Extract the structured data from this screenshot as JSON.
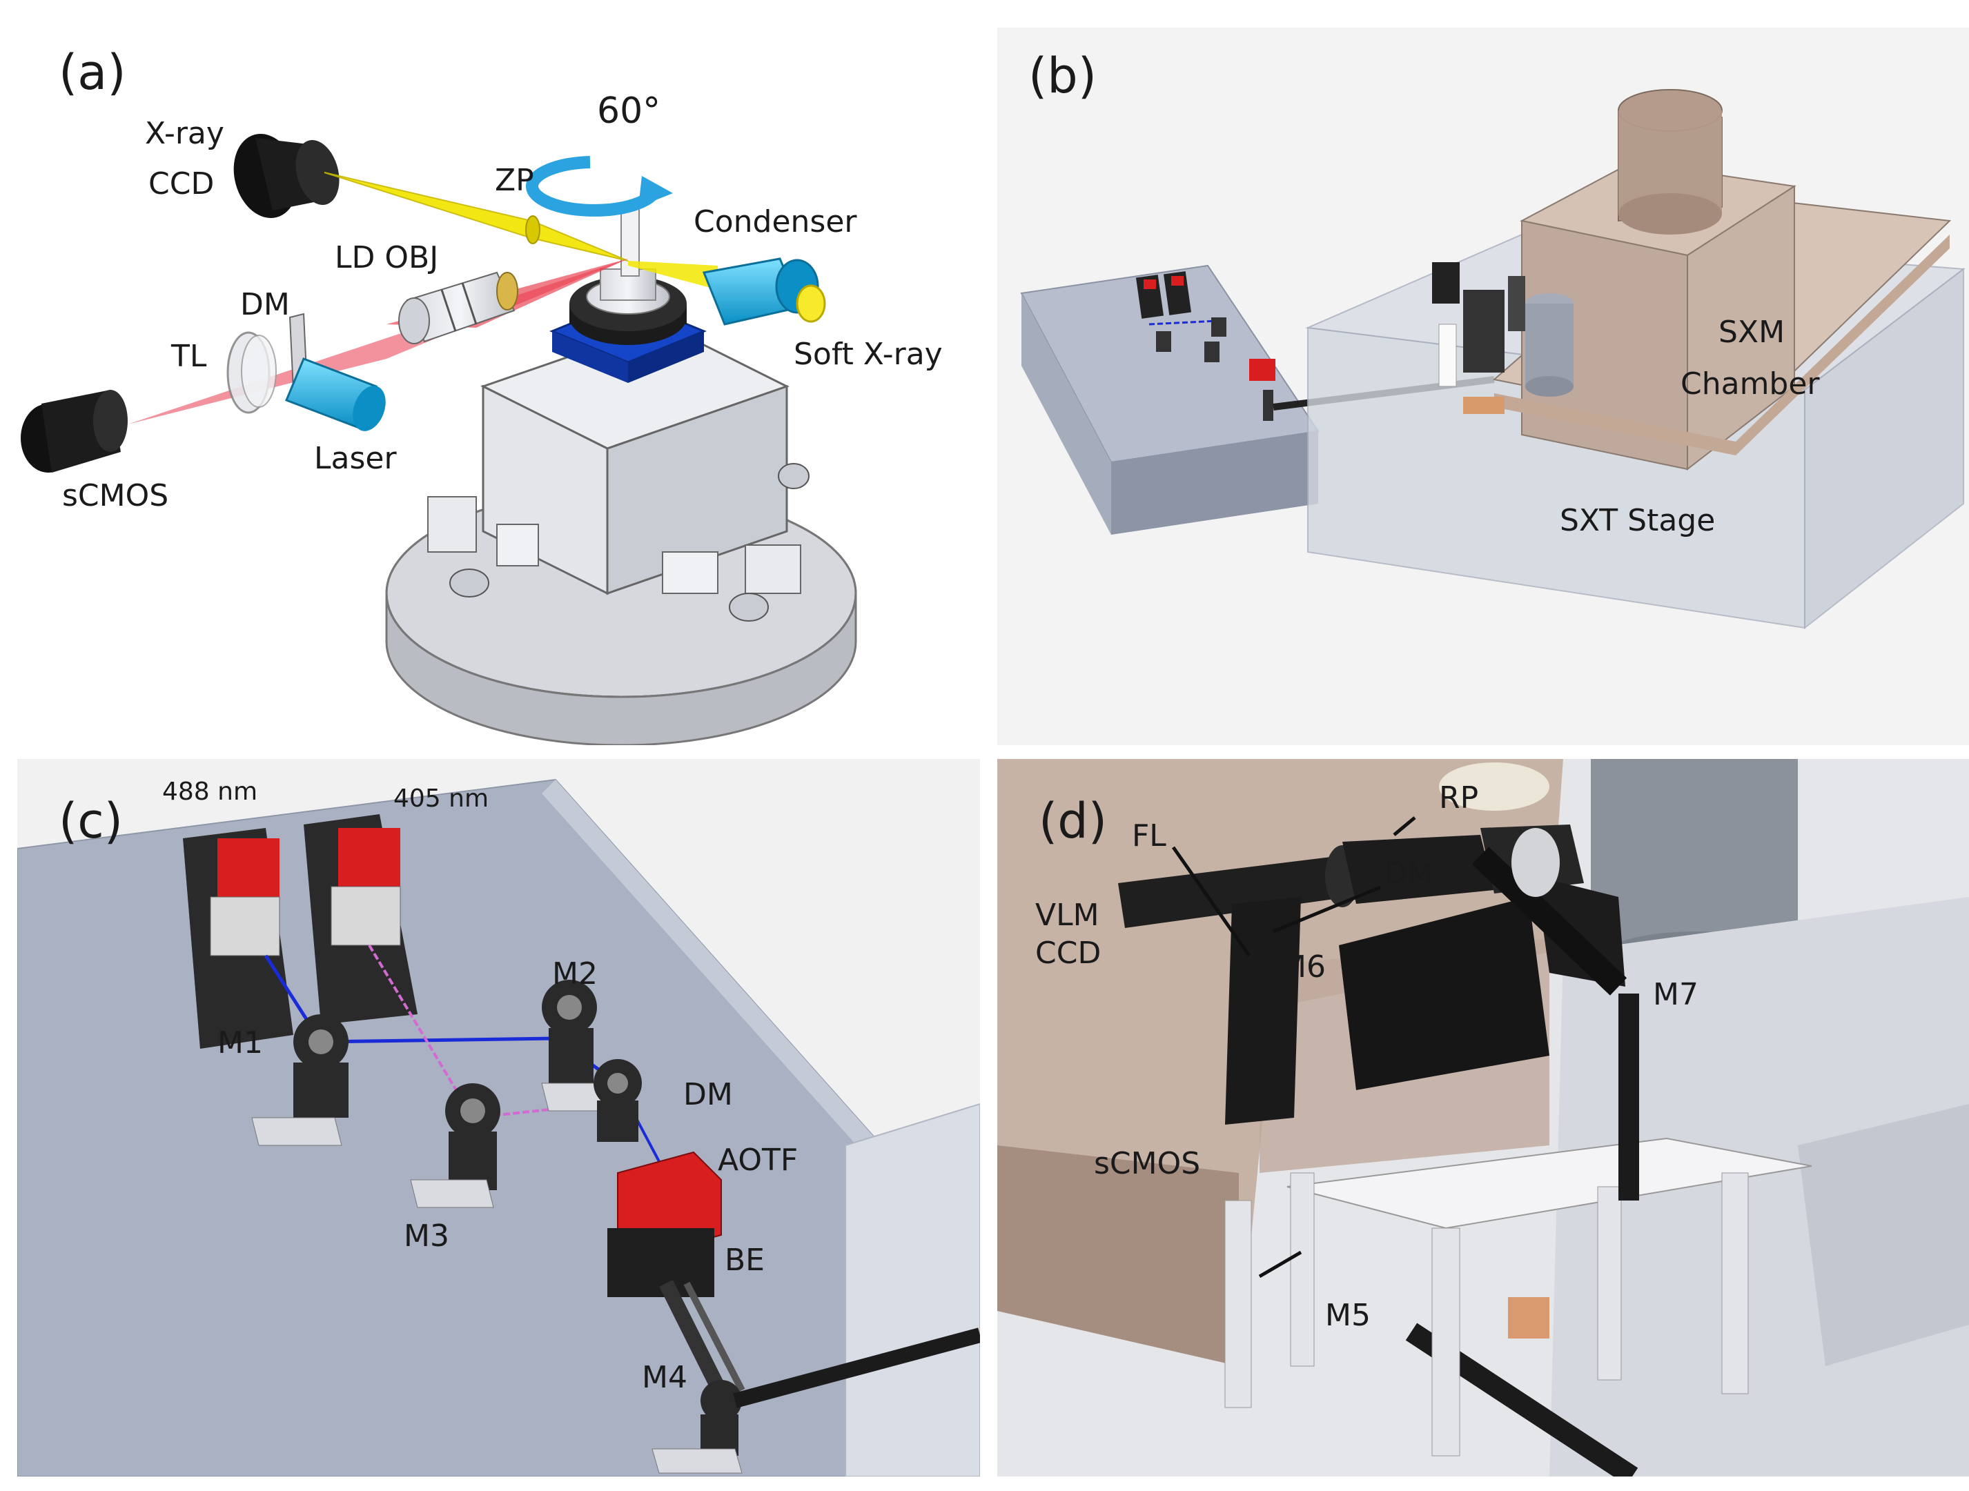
{
  "panels": {
    "a": {
      "label": "(a)",
      "rotation": "60°",
      "xray_ccd_line1": "X-ray",
      "xray_ccd_line2": "CCD",
      "zp": "ZP",
      "condenser": "Condenser",
      "ld_obj": "LD OBJ",
      "dm": "DM",
      "tl": "TL",
      "soft_xray": "Soft X-ray",
      "laser": "Laser",
      "scmos": "sCMOS"
    },
    "b": {
      "label": "(b)",
      "sxm_chamber_line1": "SXM",
      "sxm_chamber_line2": "Chamber",
      "sxt_stage": "SXT Stage"
    },
    "c": {
      "label": "(c)",
      "nm488": "488 nm",
      "nm405": "405 nm",
      "m1": "M1",
      "m2": "M2",
      "m3": "M3",
      "m4": "M4",
      "dm": "DM",
      "aotf": "AOTF",
      "be": "BE"
    },
    "d": {
      "label": "(d)",
      "rp": "RP",
      "fl": "FL",
      "dm": "DM",
      "vlm_ccd_line1": "VLM",
      "vlm_ccd_line2": "CCD",
      "m6": "M6",
      "m7": "M7",
      "scmos": "sCMOS",
      "m5": "M5"
    }
  },
  "colors": {
    "xray_beam": "#f2e600",
    "laser_beam": "#e8394a",
    "beam_488": "#1a2bd8",
    "beam_405": "#d36ad3",
    "aotf_red": "#d81e1e",
    "rotation_arrow": "#2aa3e0",
    "condenser_blue": "#1fb6e6",
    "table_gray": "#a9b1c3",
    "chamber_tan": "#c7b3a6"
  }
}
